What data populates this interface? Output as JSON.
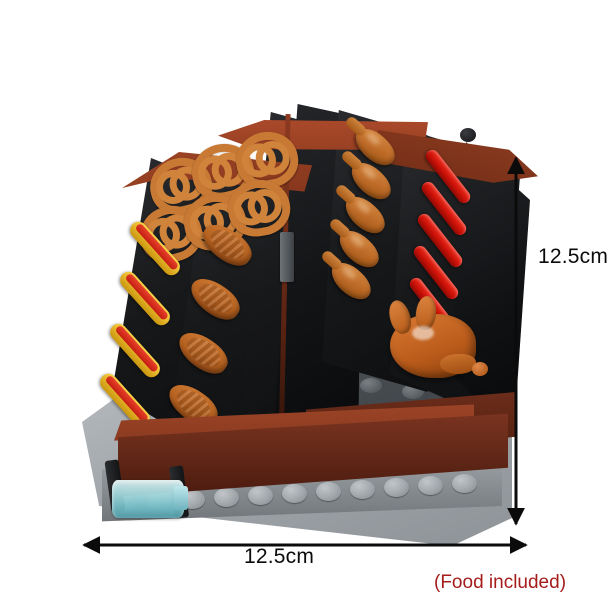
{
  "image": {
    "background_color": "#ffffff",
    "subject": "lego-bbq-grill-food-stand-building-block-set"
  },
  "annotations": {
    "height_dimension": {
      "label": "12.5cm",
      "orientation": "vertical",
      "arrow_color": "#0b0b0b"
    },
    "width_dimension": {
      "label": "12.5cm",
      "orientation": "horizontal",
      "arrow_color": "#0b0b0b"
    },
    "note": {
      "text": "(Food included)",
      "color": "#a51c1c"
    }
  },
  "model": {
    "base_color": "#9ca1a6",
    "frame_color": "#8a3a20",
    "panel_color": "#17181a",
    "parts": [
      {
        "name": "pretzel",
        "count": 6,
        "color": "#c87a35"
      },
      {
        "name": "hot-dog",
        "count": 4,
        "color": "#e9b92c"
      },
      {
        "name": "croissant",
        "count": 4,
        "color": "#b4601f"
      },
      {
        "name": "chicken-drumstick",
        "count": 5,
        "color": "#bd6a27"
      },
      {
        "name": "red-sausage",
        "count": 5,
        "color": "#cc1208"
      },
      {
        "name": "roast-turkey",
        "count": 1,
        "color": "#bc5d1c"
      },
      {
        "name": "gas-tank",
        "count": 1,
        "color": "#9fd6dc"
      }
    ]
  }
}
